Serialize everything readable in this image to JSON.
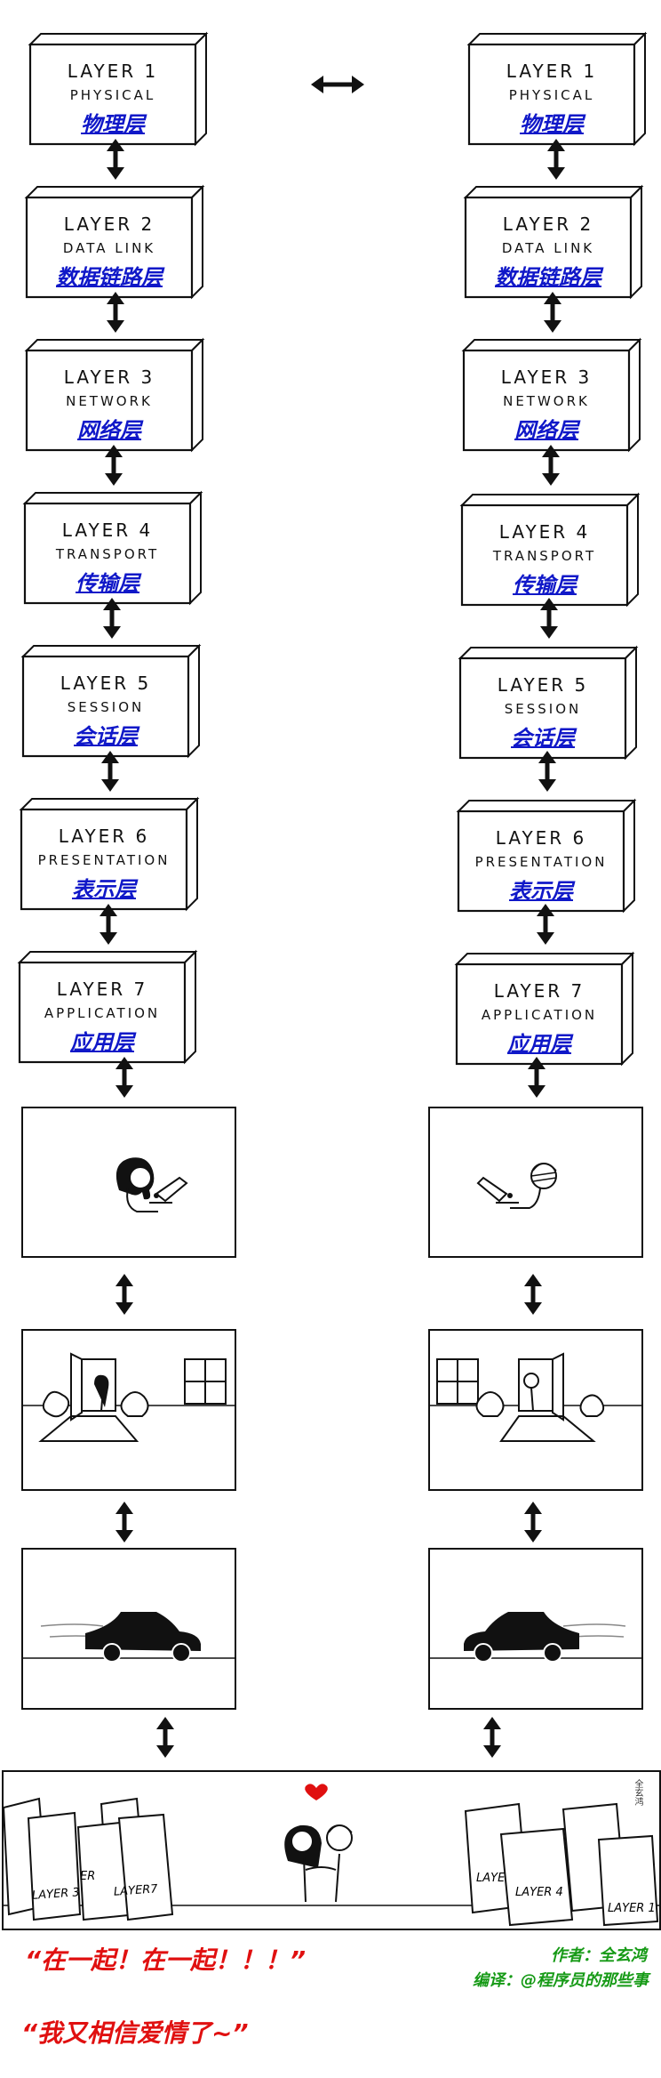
{
  "left_stack": [
    {
      "name": "LAYER 1",
      "sub": "PHYSICAL",
      "zh": "物理层"
    },
    {
      "name": "LAYER 2",
      "sub": "DATA LINK",
      "zh": "数据链路层"
    },
    {
      "name": "LAYER 3",
      "sub": "NETWORK",
      "zh": "网络层"
    },
    {
      "name": "LAYER 4",
      "sub": "TRANSPORT",
      "zh": "传输层"
    },
    {
      "name": "LAYER 5",
      "sub": "SESSION",
      "zh": "会话层"
    },
    {
      "name": "LAYER 6",
      "sub": "PRESENTATION",
      "zh": "表示层"
    },
    {
      "name": "LAYER 7",
      "sub": "APPLICATION",
      "zh": "应用层"
    }
  ],
  "right_stack": [
    {
      "name": "LAYER 1",
      "sub": "PHYSICAL",
      "zh": "物理层"
    },
    {
      "name": "LAYER 2",
      "sub": "DATA LINK",
      "zh": "数据链路层"
    },
    {
      "name": "LAYER 3",
      "sub": "NETWORK",
      "zh": "网络层"
    },
    {
      "name": "LAYER 4",
      "sub": "TRANSPORT",
      "zh": "传输层"
    },
    {
      "name": "LAYER 5",
      "sub": "SESSION",
      "zh": "会话层"
    },
    {
      "name": "LAYER 6",
      "sub": "PRESENTATION",
      "zh": "表示层"
    },
    {
      "name": "LAYER 7",
      "sub": "APPLICATION",
      "zh": "应用层"
    }
  ],
  "final_scene": {
    "left_boxes": [
      "LAYER 3",
      "ER",
      "LAYER7"
    ],
    "right_boxes": [
      "LAYE",
      "LAYER 4",
      "LAYER 1"
    ],
    "signature": "全玄鸿"
  },
  "captions": {
    "line1": "“在一起！在一起！！！”",
    "line2": "“我又相信爱情了~”",
    "author": "作者：全玄鸿",
    "translator": "编译：@程序员的那些事"
  },
  "colors": {
    "chinese_label": "#1018c8",
    "caption_red": "#e01010",
    "credit_green": "#169a16"
  }
}
